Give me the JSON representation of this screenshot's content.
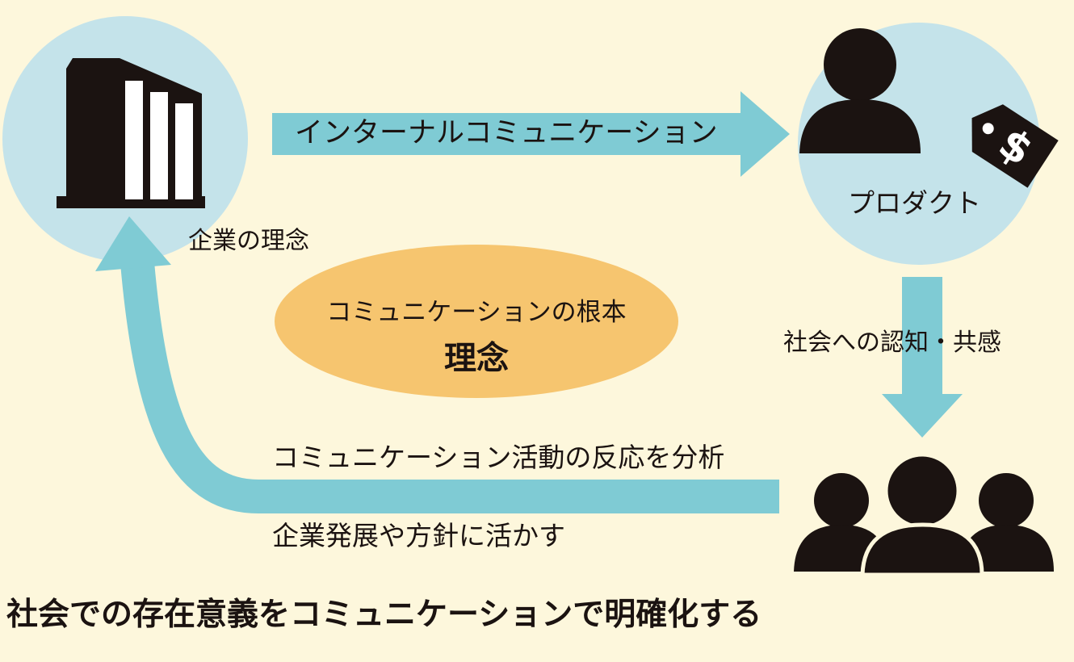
{
  "colors": {
    "background": "#fdf7dc",
    "circle": "#c4e3ea",
    "arrow": "#7fcbd4",
    "ellipse": "#f6c56f",
    "icon": "#1b1311"
  },
  "nodes": {
    "company": {
      "icon": "building-icon",
      "label": "企業の理念"
    },
    "product": {
      "icon": "person-with-price-tag-icon",
      "label": "プロダクト"
    },
    "society": {
      "icon": "group-of-people-icon"
    }
  },
  "arrows": {
    "internal": {
      "label": "インターナルコミュニケーション"
    },
    "recognition": {
      "label": "社会への認知・共感"
    },
    "feedback": {
      "label_top": "コミュニケーション活動の反応を分析",
      "label_bottom": "企業発展や方針に活かす"
    }
  },
  "core": {
    "subtitle": "コミュニケーションの根本",
    "title": "理念"
  },
  "footer": {
    "caption": "社会での存在意義をコミュニケーションで明確化する"
  }
}
